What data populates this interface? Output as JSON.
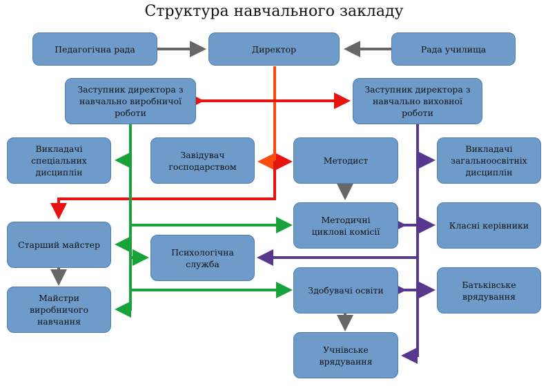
{
  "title": "Структура навчального закладу",
  "colors": {
    "node_fill": "#6f9bcb",
    "node_border": "#4f7cb0",
    "gray": "#676767",
    "red": "#e8120f",
    "orange": "#fa4a10",
    "green": "#17a23a",
    "purple": "#58388f"
  },
  "nodes": {
    "ped_rada": "Педагогічна рада",
    "director": "Директор",
    "rada_uchylyshcha": "Рада училища",
    "zast_vyrob": "Заступник директора з\nнавчально виробничої\nроботи",
    "zast_vykh": "Заступник директора з\nнавчально виховної\nроботи",
    "vykl_spets": "Викладачі\nспеціальних\nдисциплін",
    "zaviduvach": "Завідувач\nгосподарством",
    "metodyst": "Методист",
    "vykl_zag": "Викладачі\nзагальноосвітніх\nдисциплін",
    "starshyi_maister": "Старший майстер",
    "metod_komisii": "Методичні\nциклові комісії",
    "klasni_kerivnyky": "Класні керівники",
    "psykh_sluzhba": "Психологічна\nслужба",
    "maistry": "Майстри\nвиробничого\nнавчання",
    "zdobuvachi": "Здобувачі освіти",
    "batkivske": "Батьківське\nврядування",
    "uchnivske": "Учнівське\nврядування"
  },
  "connections": [
    {
      "from": "ped_rada",
      "to": "director",
      "color": "gray"
    },
    {
      "from": "rada_uchylyshcha",
      "to": "director",
      "color": "gray"
    },
    {
      "from": "zast_vyrob",
      "to": "zast_vykh",
      "color": "red",
      "bidirectional": true
    },
    {
      "from": "director",
      "to": "zaviduvach",
      "color": "orange"
    },
    {
      "from": "director",
      "to": "metodyst",
      "color": "red"
    },
    {
      "from": "director",
      "to": "starshyi_maister",
      "color": "red"
    },
    {
      "from": "metodyst",
      "to": "metod_komisii",
      "color": "gray"
    },
    {
      "from": "starshyi_maister",
      "to": "maistry",
      "color": "gray"
    },
    {
      "from": "zdobuvachi",
      "to": "uchnivske",
      "color": "gray"
    },
    {
      "from": "zast_vyrob",
      "to": "vykl_spets",
      "color": "green"
    },
    {
      "from": "zast_vyrob",
      "to": "metod_komisii",
      "color": "green"
    },
    {
      "from": "zast_vyrob",
      "to": "starshyi_maister",
      "color": "green"
    },
    {
      "from": "zast_vyrob",
      "to": "psykh_sluzhba",
      "color": "green"
    },
    {
      "from": "zast_vyrob",
      "to": "zdobuvachi",
      "color": "green"
    },
    {
      "from": "zast_vyrob",
      "to": "maistry",
      "color": "green"
    },
    {
      "from": "zast_vykh",
      "to": "vykl_zag",
      "color": "purple"
    },
    {
      "from": "zast_vykh",
      "to": "metod_komisii",
      "color": "purple",
      "bidirectional": true
    },
    {
      "from": "zast_vykh",
      "to": "klasni_kerivnyky",
      "color": "purple",
      "bidirectional": true
    },
    {
      "from": "zast_vykh",
      "to": "psykh_sluzhba",
      "color": "purple"
    },
    {
      "from": "zast_vykh",
      "to": "zdobuvachi",
      "color": "purple",
      "bidirectional": true
    },
    {
      "from": "zast_vykh",
      "to": "batkivske",
      "color": "purple",
      "bidirectional": true
    },
    {
      "from": "zast_vykh",
      "to": "uchnivske",
      "color": "purple"
    }
  ]
}
